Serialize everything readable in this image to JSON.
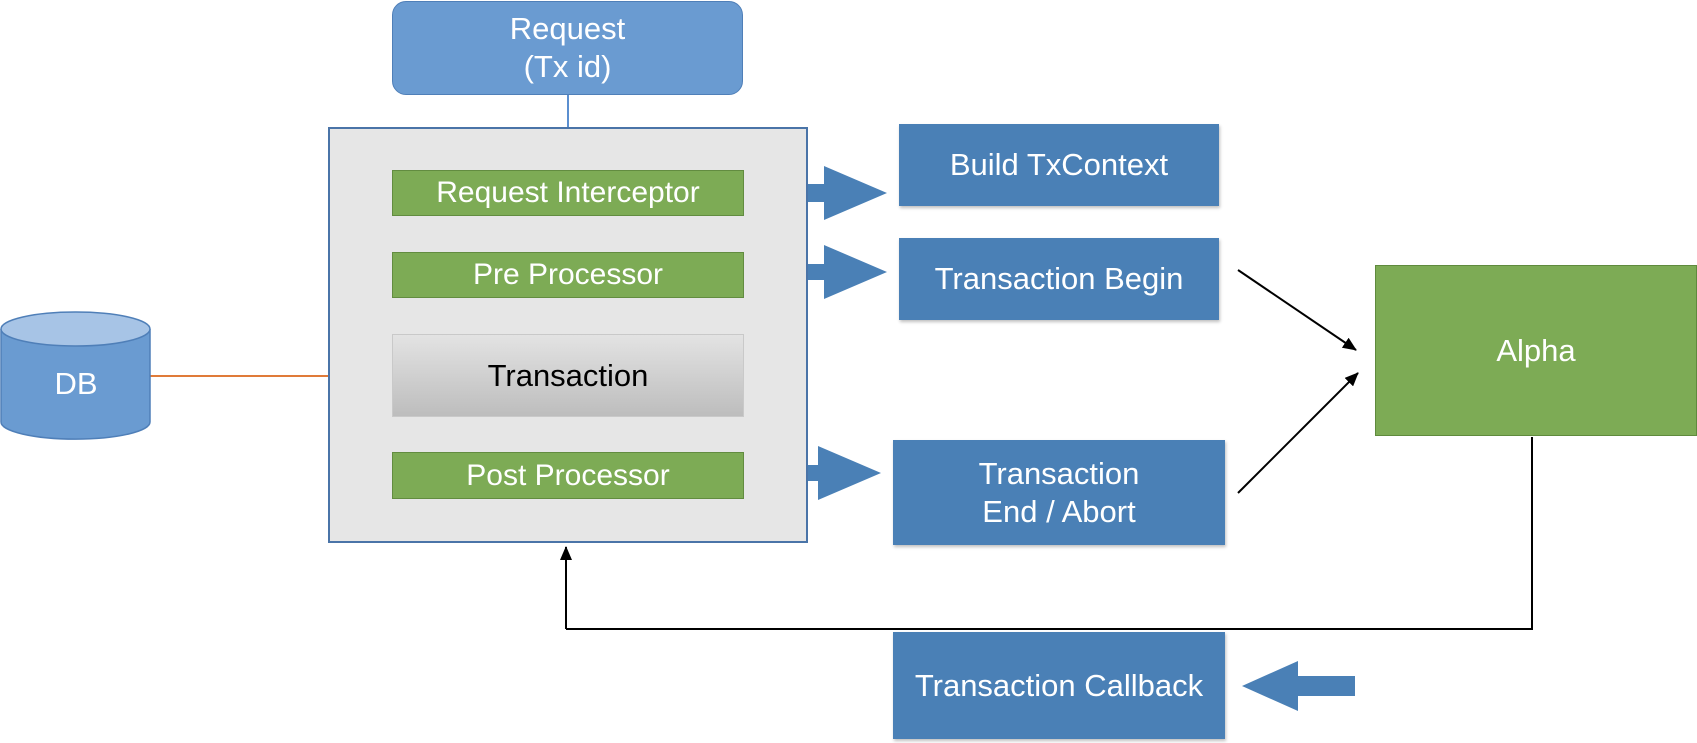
{
  "nodes": {
    "request_line1": "Request",
    "request_line2": "(Tx id)",
    "request_interceptor": "Request Interceptor",
    "pre_processor": "Pre Processor",
    "transaction": "Transaction",
    "post_processor": "Post Processor",
    "build_txcontext": "Build TxContext",
    "transaction_begin": "Transaction Begin",
    "transaction_end_line1": "Transaction",
    "transaction_end_line2": "End / Abort",
    "transaction_callback": "Transaction Callback",
    "alpha": "Alpha",
    "db": "DB"
  },
  "colors": {
    "request_blue": "#6a9bd1",
    "step_green": "#7dab55",
    "box_blue": "#4a80b6",
    "container_gray": "#e6e6e6",
    "db_link_orange": "#e07b39"
  }
}
